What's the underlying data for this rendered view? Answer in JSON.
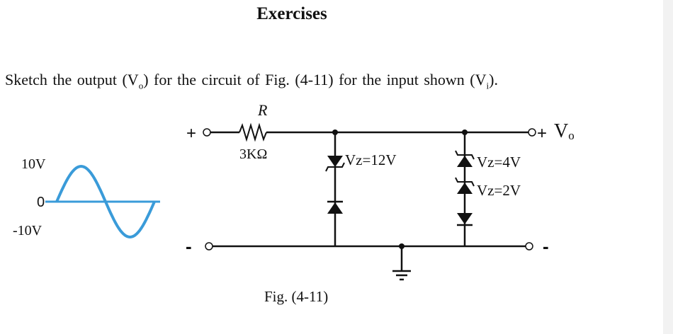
{
  "title": "Exercises",
  "question": {
    "text_1": "Sketch the output (V",
    "sub_o": "o",
    "text_2": ") for the circuit of Fig. (4-11) for the input shown (V",
    "sub_i": "i",
    "text_3": ")."
  },
  "waveform": {
    "label_pos": "10V",
    "label_zero": "0",
    "label_neg": "-10V",
    "wave_color": "#3a9bd9"
  },
  "circuit": {
    "resistor_symbol": "R",
    "resistor_value": "3KΩ",
    "plus_sign": "+",
    "minus_sign": "-",
    "output_label": "V",
    "output_sub": "o",
    "zener_1": "Vz=12V",
    "zener_2": "Vz=4V",
    "zener_3": "Vz=2V"
  },
  "figure_caption": "Fig. (4-11)"
}
